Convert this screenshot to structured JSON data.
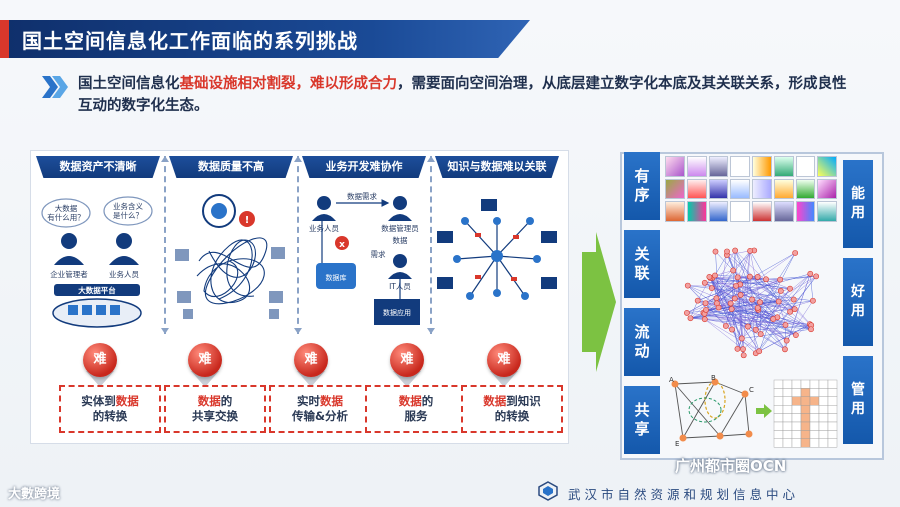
{
  "slide": {
    "title": "国土空间信息化工作面临的系列挑战",
    "intro": {
      "part1": "国土空间信息化",
      "highlight": "基础设施相对割裂，难以形成合力",
      "part2": "，需要面向空间治理，从底层建立数字化本底及其关联关系，形成良性互动的数字化生态。"
    }
  },
  "columns": [
    {
      "header": "数据资产不清晰",
      "bubble1": "大数据\n有什么用？",
      "bubble1_a": "大数据",
      "bubble1_b": "有什么用？",
      "bubble2_a": "业务含义",
      "bubble2_b": "是什么？",
      "person1": "企业管理者",
      "person2": "业务人员",
      "platform": "大数据平台",
      "difficulty": "难",
      "outcome_pre": "实体到",
      "outcome_red": "数据",
      "outcome_post": "的转换"
    },
    {
      "header": "数据质量不高",
      "difficulty": "难",
      "outcome_red": "数据",
      "outcome_mid": "的",
      "outcome_post": "共享交换"
    },
    {
      "header": "业务开发难协作",
      "label_req": "数据需求",
      "label_biz": "业务人员",
      "label_mgr": "数据管理员",
      "label_task": "数据",
      "label_task2": "需求",
      "label_it": "IT人员",
      "label_db": "数据库",
      "label_app": "数据应用",
      "difficulty": "难",
      "outcome_pre": "实时",
      "outcome_red": "数据",
      "outcome_post": "传输&分析"
    },
    {
      "header": "知识与数据难以关联",
      "difficulty": "难",
      "outcome_red": "数据",
      "outcome_mid": "的",
      "outcome_post": "服务"
    },
    {
      "difficulty": "难",
      "outcome_red": "数据",
      "outcome_mid": "到知识",
      "outcome_post": "的转换"
    }
  ],
  "left_tags": [
    {
      "a": "有",
      "b": "序"
    },
    {
      "a": "关",
      "b": "联"
    },
    {
      "a": "流",
      "b": "动"
    },
    {
      "a": "共",
      "b": "享"
    }
  ],
  "right_tags": [
    {
      "a": "能",
      "b": "用"
    },
    {
      "a": "好",
      "b": "用"
    },
    {
      "a": "管",
      "b": "用"
    }
  ],
  "graph_labels": {
    "a": "A",
    "b": "B",
    "c": "C",
    "e": "E"
  },
  "watermark_ocn": "广州都市圈OCN",
  "footer": {
    "left_logo": "大數跨境",
    "org": "武汉市自然资源和规划信息中心"
  },
  "colors": {
    "accent_red": "#d9372b",
    "navy": "#0f2f6b",
    "blue": "#1458ab",
    "green": "#7cc242"
  }
}
